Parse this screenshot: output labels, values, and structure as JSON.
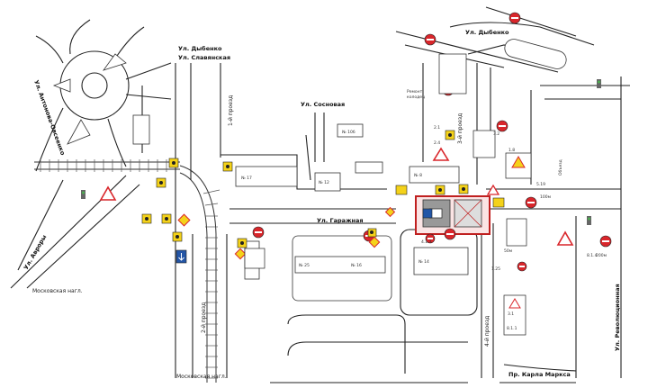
{
  "streets": {
    "dyrbenko": "Ул. Дыбенко",
    "dyrbenko_top": "Ул. Дыбенко",
    "slavyanskaya": "Ул. Славянская",
    "sosnovaya": "Ул. Сосновая",
    "garazhnaya": "Ул. Гаражная",
    "avrory": "Ул. Авроры",
    "antonova": "Ул. Антонова-Овсеенко",
    "karla_marksa": "Пр. Карла Маркса",
    "revolyutsionnaya": "Ул. Революционная"
  },
  "directions": {
    "moskva_left": "Московская нагл.",
    "moskva_bottom": "Московская нагл."
  },
  "passages": {
    "p1": "1-й проезд",
    "p2": "2-й проезд",
    "p3": "3-й проезд",
    "p4": "4-й проезд"
  },
  "buildings": {
    "b17": "№ 17",
    "b12": "№ 12",
    "b10b": "№ 10б",
    "b8": "№ 8",
    "b14": "№ 14",
    "b16": "№ 16",
    "b25": "№ 25"
  },
  "signs": {
    "s_3_1": "3.1",
    "s_3_2": "3.2",
    "s_1_25": "1.25",
    "s_5_19": "5.19",
    "s_8_1_1": "8.1.1",
    "s_8_1_4": "8.1.4",
    "s_2_1": "2.1",
    "s_2_4": "2.4",
    "s_1_8": "1.8",
    "s_4_1_3": "4.1.3",
    "dist_200": "200м",
    "dist_50": "50м",
    "dist_100": "100м",
    "detour": "Объезд",
    "note_a": "Ремонт",
    "note_b": "колодец"
  },
  "colors": {
    "road": "#222222",
    "sign_red": "#d9262b",
    "sign_yellow": "#f4d21a",
    "sign_blue": "#2355a6",
    "work_zone": "#c02020",
    "rail": "#333333"
  }
}
